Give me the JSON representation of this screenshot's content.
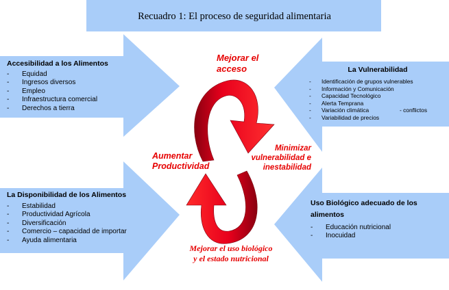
{
  "title": "Recuadro 1: El proceso de seguridad alimentaria",
  "colors": {
    "arrow_fill": "#a9cdf9",
    "center_text": "#e60000",
    "cycle_arrow": "#e0001a"
  },
  "accesibilidad": {
    "header": "Accesibilidad a los Alimentos",
    "items": [
      "Equidad",
      "Ingresos diversos",
      "Empleo",
      "Infraestructura comercial",
      "Derechos a tierra"
    ]
  },
  "disponibilidad": {
    "header": "La Disponibilidad de los Alimentos",
    "items": [
      "Estabilidad",
      "Productividad Agrícola",
      "Diversificación",
      "Comercio – capacidad de importar",
      "Ayuda alimentaria"
    ]
  },
  "vulnerabilidad": {
    "header": "La Vulnerabilidad",
    "items": [
      "Identificación de grupos vulnerables",
      "Información y Comunicación",
      "Capacidad Tecnológico",
      "Alerta Temprana",
      "Variación climática",
      "Variabilidad de precios"
    ],
    "extra": "- conflictos"
  },
  "biologico": {
    "header_line1": "Uso Biológico adecuado de los",
    "header_line2": "alimentos",
    "items": [
      "Educación nutricional",
      "Inocuidad"
    ]
  },
  "center": {
    "top_line1": "Mejorar el",
    "top_line2": "acceso",
    "left_line1": "Aumentar",
    "left_line2": "Productividad",
    "right_line1": "Minimizar",
    "right_line2": "vulnerabilidad e",
    "right_line3": "inestabilidad",
    "bottom_line1": "Mejorar el uso biológico",
    "bottom_line2": "y el estado nutricional"
  }
}
